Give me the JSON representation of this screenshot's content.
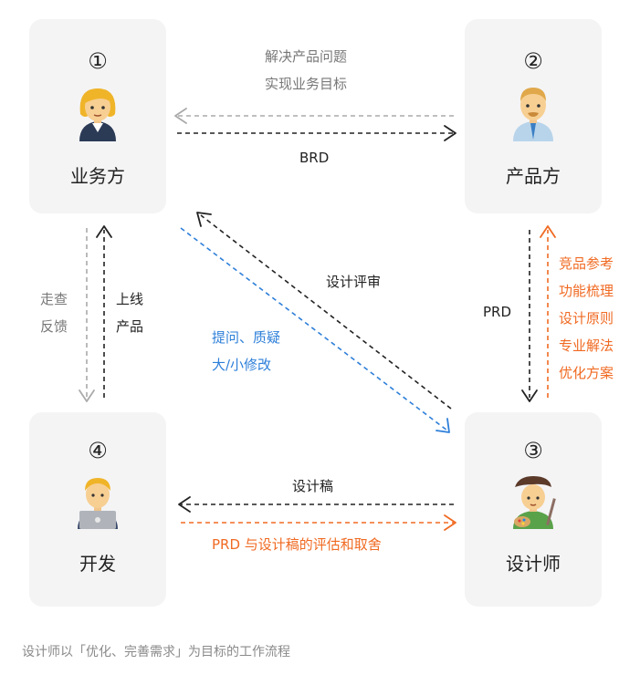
{
  "nodes": {
    "business": {
      "number": "①",
      "label": "业务方"
    },
    "product": {
      "number": "②",
      "label": "产品方"
    },
    "designer": {
      "number": "③",
      "label": "设计师"
    },
    "developer": {
      "number": "④",
      "label": "开发"
    }
  },
  "edges": {
    "product_to_business": [
      "解决产品问题",
      "实现业务目标"
    ],
    "business_to_product": "BRD",
    "review": "设计评审",
    "business_to_designer": [
      "提问、质疑",
      "大/小修改"
    ],
    "dev_feedback": [
      "走查",
      "反馈"
    ],
    "launch": [
      "上线",
      "产品"
    ],
    "product_to_designer": "PRD",
    "designer_to_product": [
      "竞品参考",
      "功能梳理",
      "设计原则",
      "专业解法",
      "优化方案"
    ],
    "designer_to_dev": "设计稿",
    "dev_to_designer": "PRD 与设计稿的评估和取舍"
  },
  "caption": "设计师以「优化、完善需求」为目标的工作流程",
  "colors": {
    "black": "#222222",
    "gray": "#888888",
    "blue": "#2e7fd9",
    "orange": "#f06a22",
    "card": "#f4f4f5"
  }
}
